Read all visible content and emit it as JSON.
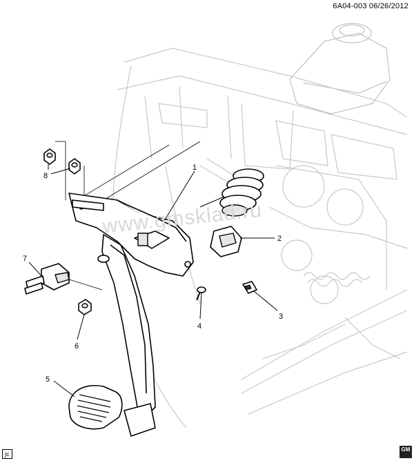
{
  "header": {
    "reference": "6A04-003  06/26/2012"
  },
  "watermark": {
    "text": "www.gmsklad.ru"
  },
  "footer": {
    "tag": "jc",
    "logo_text": "GM"
  },
  "callouts": [
    {
      "id": "1",
      "label": "1"
    },
    {
      "id": "2",
      "label": "2"
    },
    {
      "id": "3",
      "label": "3"
    },
    {
      "id": "4",
      "label": "4"
    },
    {
      "id": "5",
      "label": "5"
    },
    {
      "id": "6",
      "label": "6"
    },
    {
      "id": "7",
      "label": "7"
    },
    {
      "id": "8",
      "label": "8"
    }
  ],
  "icons": {
    "logo": "gm-logo-icon",
    "pedal": "brake-pedal-icon",
    "switch": "stoplamp-switch-icon"
  }
}
